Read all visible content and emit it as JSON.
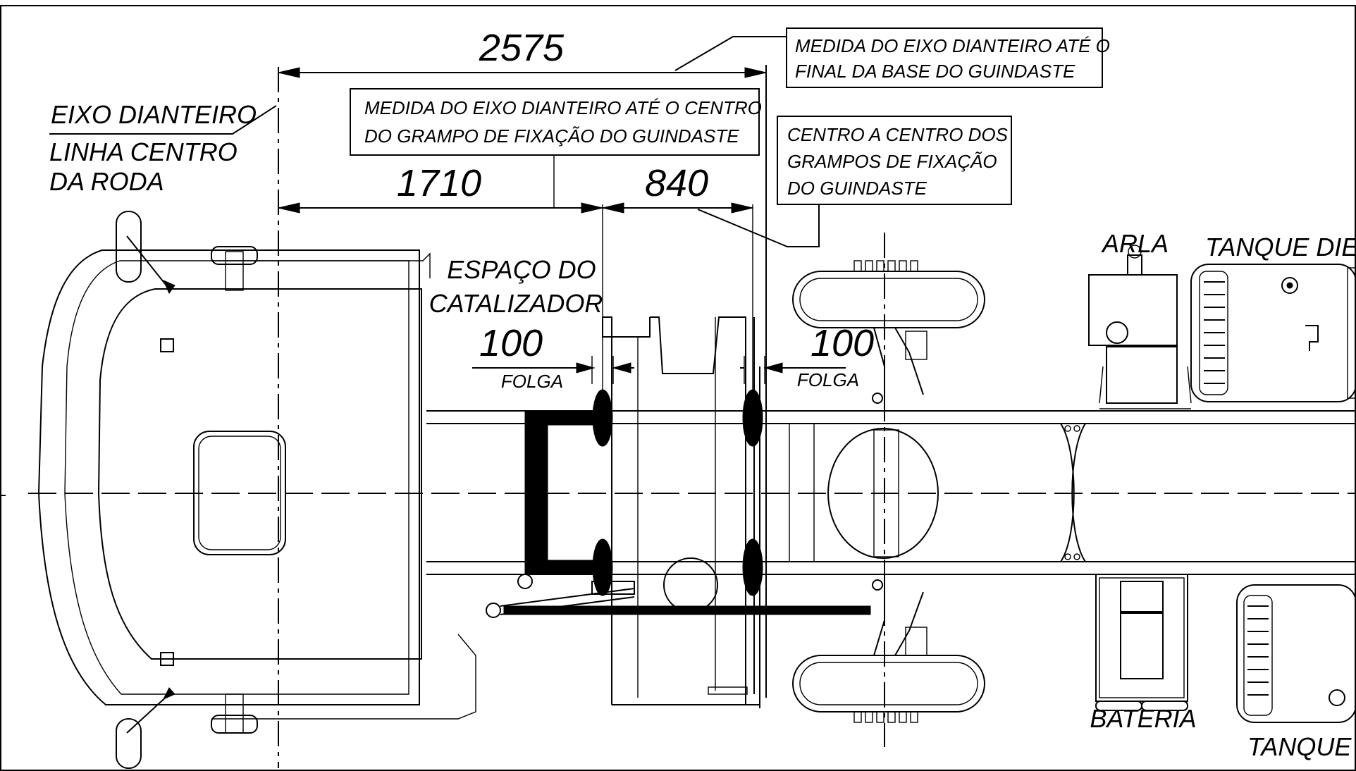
{
  "dimensions": {
    "total": "2575",
    "to_clamp_center": "1710",
    "clamp_to_clamp": "840",
    "clearance_front": "100",
    "clearance_rear": "100",
    "clearance_word_front": "FOLGA",
    "clearance_word_rear": "FOLGA"
  },
  "notes": {
    "front_axle_to_crane_base_end": [
      "MEDIDA DO EIXO DIANTEIRO ATÉ O",
      "FINAL DA BASE DO GUINDASTE"
    ],
    "front_axle_to_clamp_center": [
      "MEDIDA DO EIXO DIANTEIRO ATÉ O CENTRO",
      "DO GRAMPO DE FIXAÇÃO DO GUINDASTE"
    ],
    "clamp_center_to_center": [
      "CENTRO A CENTRO DOS",
      "GRAMPOS DE FIXAÇÃO",
      "DO GUINDASTE"
    ]
  },
  "labels": {
    "front_axle": "EIXO DIANTEIRO",
    "wheel_center_line": [
      "LINHA CENTRO",
      "DA RODA"
    ],
    "catalyst_space": [
      "ESPAÇO DO",
      "CATALIZADOR"
    ],
    "arla": "ARLA",
    "diesel_tank_top": "TANQUE DIES",
    "battery": "BATERIA",
    "diesel_tank_bottom": "TANQUE D"
  }
}
